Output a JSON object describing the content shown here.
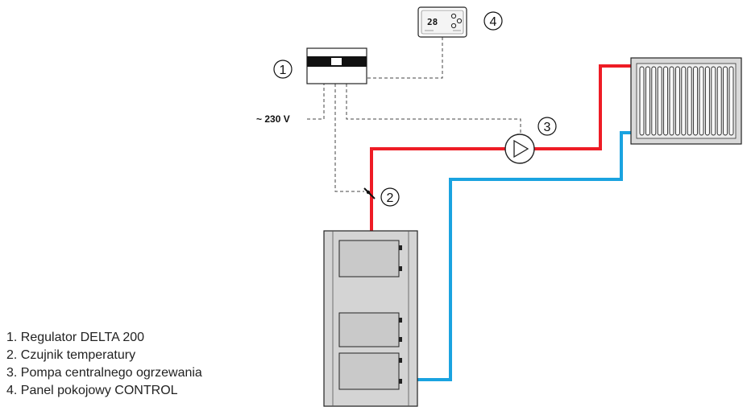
{
  "callouts": {
    "c1": "1",
    "c2": "2",
    "c3": "3",
    "c4": "4"
  },
  "voltage_label": "~ 230 V",
  "panel_display": "28",
  "legend": [
    "1. Regulator DELTA 200",
    "2. Czujnik temperatury",
    "3. Pompa centralnego ogrzewania",
    "4. Panel pokojowy CONTROL"
  ],
  "colors": {
    "supply_pipe": "#ee1c25",
    "return_pipe": "#1aa3e0",
    "wiring": "#444444",
    "boiler_body": "#d4d4d4",
    "radiator": "#d9d9d9"
  }
}
